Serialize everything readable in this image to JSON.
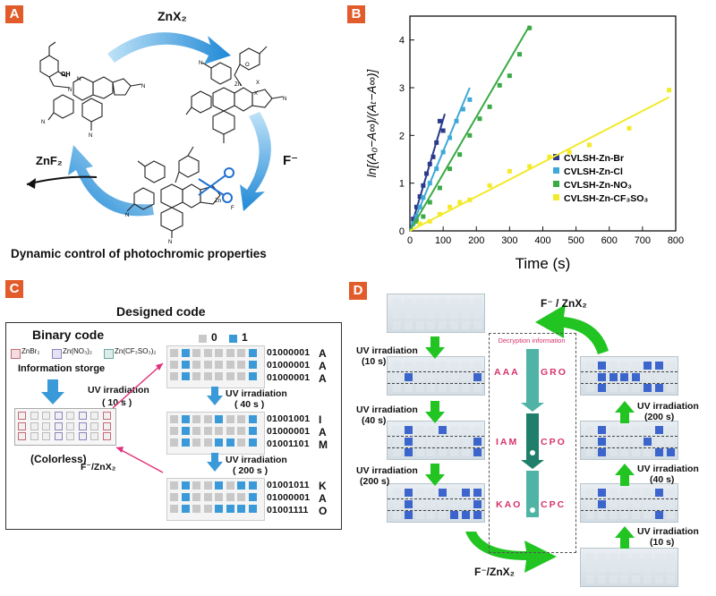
{
  "panels": {
    "a": "A",
    "b": "B",
    "c": "C",
    "d": "D"
  },
  "panel_a": {
    "reagent_top": "ZnX₂",
    "reagent_right": "F⁻",
    "reagent_left": "ZnF₂",
    "caption": "Dynamic control of photochromic properties",
    "atom_labels": {
      "oh": "OH",
      "n": "N",
      "o": "O",
      "zn": "Zn",
      "x": "X",
      "f": "F"
    }
  },
  "panel_b": {
    "chart_data": {
      "type": "scatter",
      "xlabel": "Time (s)",
      "ylabel": "ln[(A₀−A∞)/(Aₜ−A∞)]",
      "xlim": [
        0,
        800
      ],
      "ylim": [
        0,
        4.5
      ],
      "xticks": [
        0,
        100,
        200,
        300,
        400,
        500,
        600,
        700,
        800
      ],
      "yticks": [
        0,
        1,
        2,
        3,
        4
      ],
      "legend_position": "lower-right",
      "series": [
        {
          "name": "CVLSH-Zn-Br",
          "color": "#2b3a8c",
          "x": [
            10,
            20,
            30,
            40,
            50,
            60,
            70,
            80,
            90,
            100
          ],
          "y": [
            0.25,
            0.5,
            0.72,
            0.95,
            1.2,
            1.4,
            1.55,
            1.85,
            2.3,
            2.1
          ],
          "fit": [
            [
              0,
              0
            ],
            [
              105,
              2.45
            ]
          ]
        },
        {
          "name": "CVLSH-Zn-Cl",
          "color": "#3fa9d6",
          "x": [
            10,
            20,
            30,
            40,
            60,
            80,
            100,
            120,
            140,
            160,
            180
          ],
          "y": [
            0.15,
            0.3,
            0.5,
            0.7,
            1.0,
            1.3,
            1.65,
            1.95,
            2.3,
            2.55,
            2.75
          ],
          "fit": [
            [
              0,
              0
            ],
            [
              180,
              3.0
            ]
          ]
        },
        {
          "name": "CVLSH-Zn-NO₃",
          "color": "#3aaa45",
          "x": [
            20,
            40,
            60,
            90,
            120,
            150,
            180,
            210,
            240,
            270,
            300,
            330,
            360
          ],
          "y": [
            0.2,
            0.3,
            0.6,
            0.9,
            1.3,
            1.6,
            2.0,
            2.35,
            2.6,
            3.05,
            3.25,
            3.7,
            4.25
          ],
          "fit": [
            [
              0,
              0
            ],
            [
              360,
              4.3
            ]
          ]
        },
        {
          "name": "CVLSH-Zn-CF₃SO₃",
          "color": "#f2ea2a",
          "x": [
            30,
            60,
            90,
            120,
            150,
            180,
            240,
            300,
            360,
            420,
            480,
            540,
            660,
            780
          ],
          "y": [
            0.15,
            0.2,
            0.35,
            0.5,
            0.6,
            0.65,
            0.95,
            1.25,
            1.35,
            1.55,
            1.65,
            1.8,
            2.15,
            2.95
          ],
          "fit": [
            [
              0,
              0
            ],
            [
              780,
              2.8
            ]
          ]
        }
      ]
    }
  },
  "panel_c": {
    "title": "Designed code",
    "binary_title": "Binary code",
    "legend_items": [
      "ZnBr₂",
      "Zn(NO₃)₂",
      "Zn(CF₃SO₃)₂"
    ],
    "info_storage": "Information storge",
    "uv_first": "UV irradiation",
    "uv_first_time": "( 10 s )",
    "colorless": "(Colorless)",
    "reverse": "F⁻/ZnX₂",
    "key_zero": "0",
    "key_one": "1",
    "uv_40": "UV irradiation",
    "uv_40_time": "( 40 s )",
    "uv_200": "UV irradiation",
    "uv_200_time": "( 200 s )",
    "codes_10": [
      {
        "bits": "01000001",
        "letter": "A"
      },
      {
        "bits": "01000001",
        "letter": "A"
      },
      {
        "bits": "01000001",
        "letter": "A"
      }
    ],
    "codes_40": [
      {
        "bits": "01001001",
        "letter": "I"
      },
      {
        "bits": "01000001",
        "letter": "A"
      },
      {
        "bits": "01001101",
        "letter": "M"
      }
    ],
    "codes_200": [
      {
        "bits": "01001011",
        "letter": "K"
      },
      {
        "bits": "01000001",
        "letter": "A"
      },
      {
        "bits": "01001111",
        "letter": "O"
      }
    ]
  },
  "panel_d": {
    "reverse_top": "F⁻ / ZnX₂",
    "reverse_bottom": "F⁻/ZnX₂",
    "decryption_title": "Decryption information",
    "left_steps": [
      {
        "label": "UV irradiation",
        "time": "(10 s)"
      },
      {
        "label": "UV irradiation",
        "time": "(40 s)"
      },
      {
        "label": "UV irradiation",
        "time": "(200 s)"
      }
    ],
    "right_steps": [
      {
        "label": "UV irradiation",
        "time": "(200 s)"
      },
      {
        "label": "UV irradiation",
        "time": "(40 s)"
      },
      {
        "label": "UV irradiation",
        "time": "(10 s)"
      }
    ],
    "decoded_left": [
      "AAA",
      "IAM",
      "KAO"
    ],
    "decoded_right": [
      "GRO",
      "CPO",
      "CPC"
    ]
  }
}
